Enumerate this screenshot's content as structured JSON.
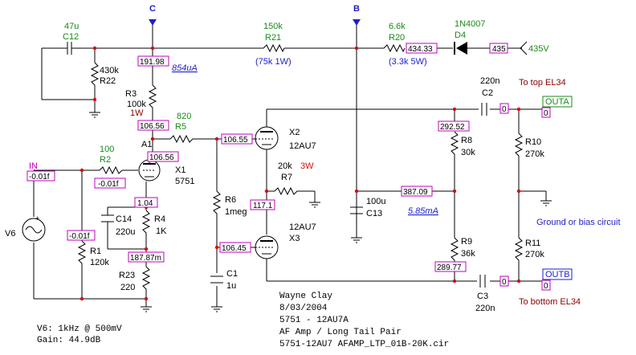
{
  "nodes": {
    "c": "C",
    "b": "B",
    "in": "IN",
    "a1": "A1"
  },
  "components": {
    "c12": {
      "ref": "C12",
      "val": "47u"
    },
    "r22": {
      "ref": "R22",
      "val": "430k"
    },
    "r3": {
      "ref": "R3",
      "val": "100k",
      "extra": "1W"
    },
    "r21": {
      "ref": "R21",
      "val": "150k",
      "extra": "(75k 1W)"
    },
    "r20": {
      "ref": "R20",
      "val": "6.6k",
      "extra": "(3.3k 5W)"
    },
    "d4": {
      "ref": "D4",
      "val": "1N4007"
    },
    "r5": {
      "ref": "R5",
      "val": "820"
    },
    "r2": {
      "ref": "R2",
      "val": "100"
    },
    "x1": {
      "ref": "X1",
      "val": "5751"
    },
    "x2": {
      "ref": "X2",
      "val": "12AU7"
    },
    "x3": {
      "ref": "X3",
      "val": "12AU7"
    },
    "c14": {
      "ref": "C14",
      "val": "220u"
    },
    "r4": {
      "ref": "R4",
      "val": "1K"
    },
    "r1": {
      "ref": "R1",
      "val": "120k"
    },
    "r23": {
      "ref": "R23",
      "val": "220"
    },
    "r6": {
      "ref": "R6",
      "val": "1meg"
    },
    "c1": {
      "ref": "C1",
      "val": "1u"
    },
    "r7": {
      "ref": "R7",
      "val": "20k",
      "extra": "3W"
    },
    "c13": {
      "ref": "C13",
      "val": "100u"
    },
    "r8": {
      "ref": "R8",
      "val": "30k"
    },
    "r9": {
      "ref": "R9",
      "val": "36k"
    },
    "c2": {
      "ref": "C2",
      "val": "220n"
    },
    "c3": {
      "ref": "C3",
      "val": "220n"
    },
    "r10": {
      "ref": "R10",
      "val": "270k"
    },
    "r11": {
      "ref": "R11",
      "val": "270k"
    },
    "v6": {
      "ref": "V6"
    }
  },
  "voltages": {
    "v435": "435",
    "v434": "434.33",
    "v191": "191.98",
    "v106a": "106.56",
    "v106b": "106.55",
    "v106c": "106.56",
    "v_in": "-0.01f",
    "v_r2": "-0.01f",
    "v_grid": "-0.01f",
    "v104": "1.04",
    "v187": "187.87m",
    "v117": "117.1",
    "v10645": "106.45",
    "v387": "387.09",
    "v292": "292.52",
    "v289": "289.77",
    "vout_a": "0",
    "vout_a2": "0",
    "vout_b": "0",
    "vout_b2": "0"
  },
  "currents": {
    "i1": "854uA",
    "i2": "5.85mA"
  },
  "supply": "435V",
  "outputs": {
    "a": "OUTA",
    "b": "OUTB"
  },
  "annotations": {
    "top": "To top EL34",
    "bottom": "To bottom EL34",
    "ground": "Ground or bias circuit"
  },
  "info": {
    "author": "Wayne Clay",
    "date": "8/03/2004",
    "tubes": "5751 - 12AU7A",
    "desc": "AF Amp / Long Tail Pair",
    "file": "5751-12AU7 AFAMP_LTP_01B-20K.cir",
    "v6": "V6: 1kHz @ 500mV",
    "gain": "Gain: 44.9dB"
  },
  "colors": {
    "node": "#c000c0",
    "wire": "#000000",
    "junction": "#e00000",
    "value": "#1a8a1a",
    "current": "#1e1ec8"
  }
}
